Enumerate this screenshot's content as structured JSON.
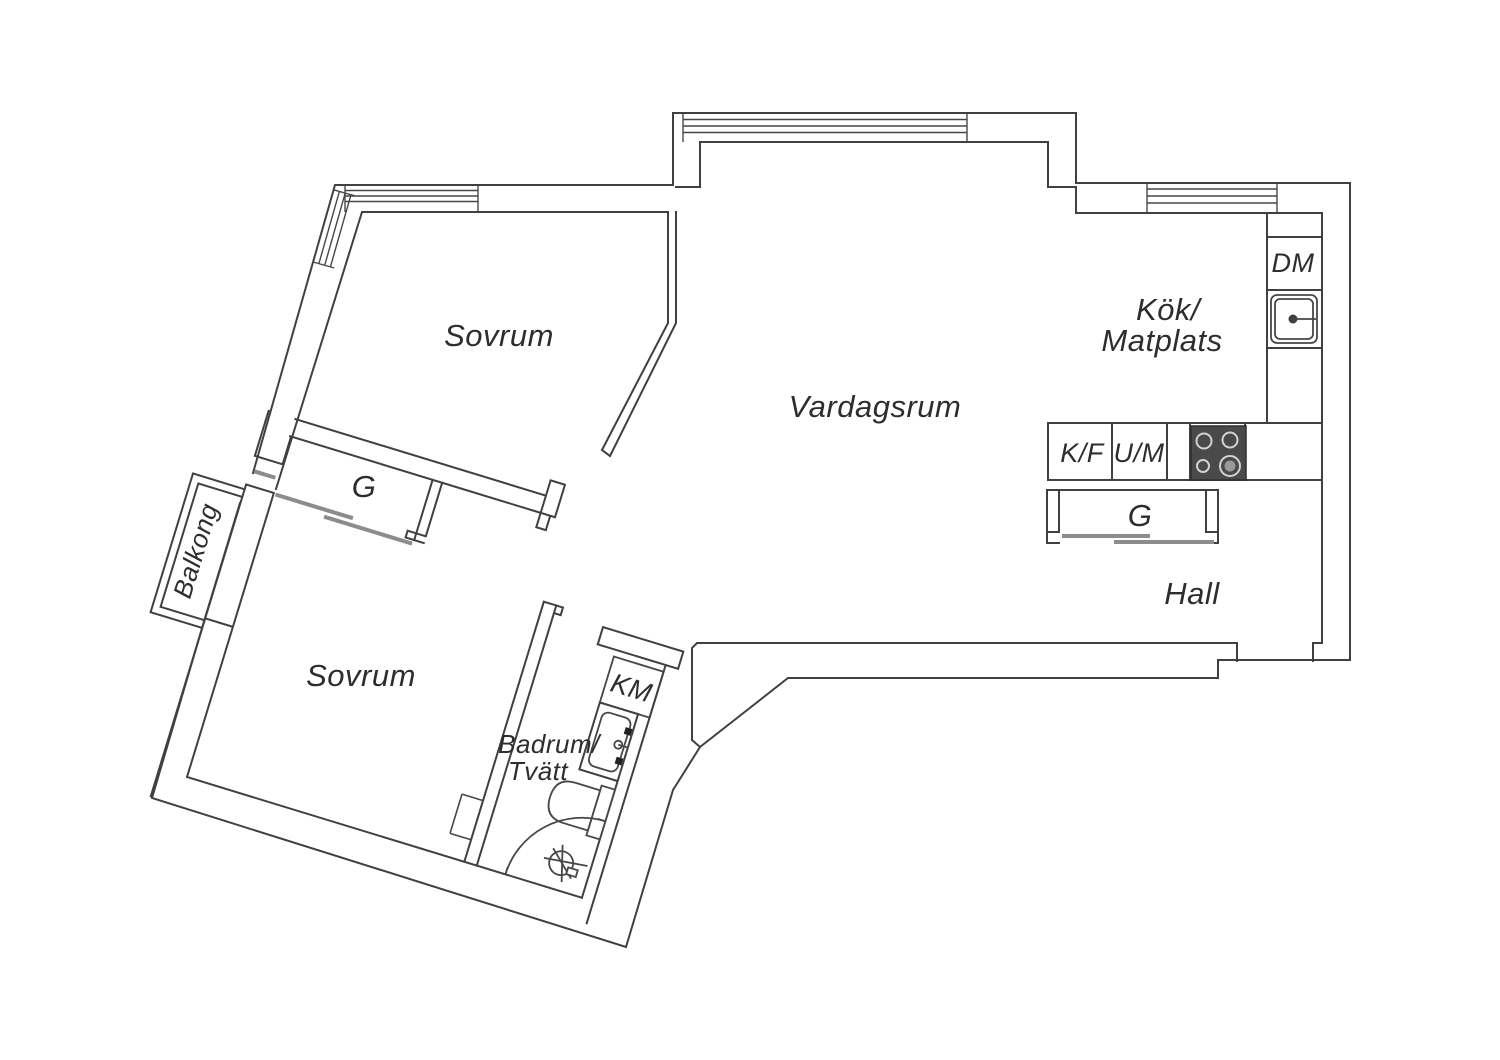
{
  "drawing": {
    "type": "apartment floor plan",
    "rooms": {
      "sovrum_top": "Sovrum",
      "sovrum_bottom": "Sovrum",
      "vardagsrum": "Vardagsrum",
      "kok_line1": "Kök/",
      "kok_line2": "Matplats",
      "hall": "Hall",
      "badrum_line1": "Badrum/",
      "badrum_line2": "Tvätt",
      "balkong": "Balkong"
    },
    "closets": {
      "g_bedroom": "G",
      "g_hall": "G"
    },
    "appliances": {
      "dishwasher": "DM",
      "fridge_freezer": "K/F",
      "oven_micro": "U/M",
      "washer": "KM"
    },
    "colors": {
      "wall_line": "#404040",
      "label_text": "#2d2d2d",
      "stove_dark": "#4a4a4a",
      "burner_ring": "#d2d2d2",
      "sliding_door": "#8c8c8c",
      "background": "#ffffff"
    }
  }
}
